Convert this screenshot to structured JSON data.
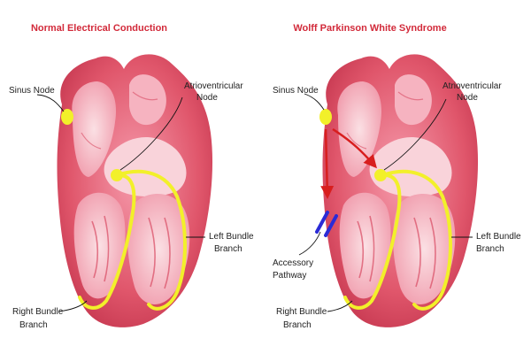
{
  "panels": [
    {
      "title": "Normal Electrical Conduction",
      "labels": {
        "sinus_node": "Sinus Node",
        "av_node_1": "Atrioventricular",
        "av_node_2": "Node",
        "left_bundle_1": "Left Bundle",
        "left_bundle_2": "Branch",
        "right_bundle_1": "Right Bundle",
        "right_bundle_2": "Branch"
      }
    },
    {
      "title": "Wolff Parkinson White Syndrome",
      "labels": {
        "sinus_node": "Sinus Node",
        "av_node_1": "Atrioventricular",
        "av_node_2": "Node",
        "left_bundle_1": "Left Bundle",
        "left_bundle_2": "Branch",
        "right_bundle_1": "Right Bundle",
        "right_bundle_2": "Branch",
        "accessory_1": "Accessory",
        "accessory_2": "Pathway"
      }
    }
  ],
  "colors": {
    "heart_wall": "#e0566b",
    "heart_inner": "#f4a6b4",
    "chamber": "#f7c4cc",
    "conduction": "#f2f02a",
    "impulse_arrow": "#d81e1e",
    "accessory_pathway": "#2b2bd6",
    "title": "#d22a3a"
  }
}
